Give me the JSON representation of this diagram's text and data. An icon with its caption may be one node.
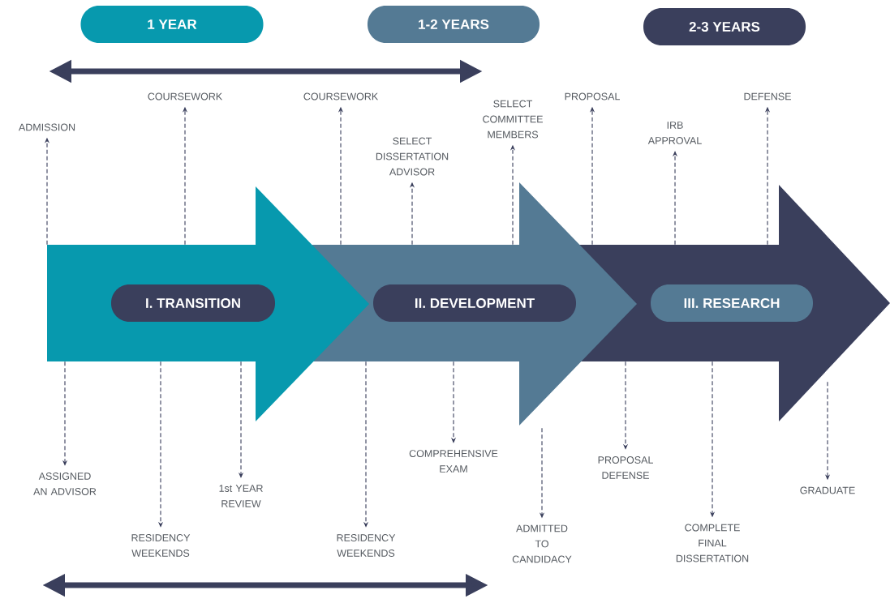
{
  "diagram": {
    "nodes": [
      {
        "text": [],
        "shape": "arrow"
      },
      {
        "text": [
          "I. TRANSITION"
        ],
        "in": 0
      },
      {
        "text": [],
        "shape": "arrow"
      },
      {
        "text": [
          "II. DEVELOPMENT"
        ],
        "in": 2
      },
      {
        "text": [],
        "shape": "arrow"
      },
      {
        "text": [
          "III. RESEARCH"
        ],
        "in": 4
      },
      {
        "text": [
          "1 YEAR"
        ]
      },
      {
        "text": [
          "1-2 YEARS"
        ]
      },
      {
        "text": [
          "2-3 YEARS"
        ]
      },
      {
        "text": [
          "ADMISSION"
        ]
      },
      {
        "text": [
          "COURSEWORK"
        ]
      },
      {
        "text": [
          "COURSEWORK"
        ]
      },
      {
        "text": [
          "SELECT DISSERTATION ADVISOR"
        ]
      },
      {
        "text": [
          "SELECT COMMITTEE MEMBERS"
        ]
      },
      {
        "text": [
          "PROPOSAL"
        ]
      },
      {
        "text": [
          "IRB APPROVAL"
        ]
      },
      {
        "text": [
          "DEFENSE"
        ]
      },
      {
        "text": [
          "ASSIGNED AN ADVISOR"
        ]
      },
      {
        "text": [
          "RESIDENCY WEEKENDS"
        ]
      },
      {
        "text": [
          "1st YEAR REVIEW"
        ]
      },
      {
        "text": [
          "RESIDENCY WEEKENDS"
        ]
      },
      {
        "text": [
          "COMPREHENSIVE EXAM"
        ]
      },
      {
        "text": [
          "ADMITTED TO CANDIDACY"
        ]
      },
      {
        "text": [
          "PROPOSAL DEFENSE"
        ]
      },
      {
        "text": [
          "COMPLETE FINAL DISSERTATION"
        ]
      },
      {
        "text": [
          "GRADUATE"
        ]
      }
    ],
    "edges": [
      {
        "from": 0,
        "to": 9,
        "arrow": "to",
        "style": "dashed"
      },
      {
        "from": 0,
        "to": 10,
        "arrow": "to",
        "style": "dashed"
      },
      {
        "from": 2,
        "to": 11,
        "arrow": "to",
        "style": "dashed"
      },
      {
        "from": 2,
        "to": 12,
        "arrow": "to",
        "style": "dashed"
      },
      {
        "from": 2,
        "to": 13,
        "arrow": "to",
        "style": "dashed"
      },
      {
        "from": 4,
        "to": 14,
        "arrow": "to",
        "style": "dashed"
      },
      {
        "from": 4,
        "to": 15,
        "arrow": "to",
        "style": "dashed"
      },
      {
        "from": 4,
        "to": 16,
        "arrow": "to",
        "style": "dashed"
      },
      {
        "from": 0,
        "to": 17,
        "arrow": "to",
        "style": "dashed"
      },
      {
        "from": 0,
        "to": 18,
        "arrow": "to",
        "style": "dashed"
      },
      {
        "from": 0,
        "to": 19,
        "arrow": "to",
        "style": "dashed"
      },
      {
        "from": 2,
        "to": 20,
        "arrow": "to",
        "style": "dashed"
      },
      {
        "from": 2,
        "to": 21,
        "arrow": "to",
        "style": "dashed"
      },
      {
        "from": 2,
        "to": 22,
        "arrow": "to",
        "style": "dashed"
      },
      {
        "from": 4,
        "to": 23,
        "arrow": "to",
        "style": "dashed"
      },
      {
        "from": 4,
        "to": 24,
        "arrow": "to",
        "style": "dashed"
      },
      {
        "from": 4,
        "to": 25,
        "arrow": "to",
        "style": "dashed"
      }
    ]
  }
}
